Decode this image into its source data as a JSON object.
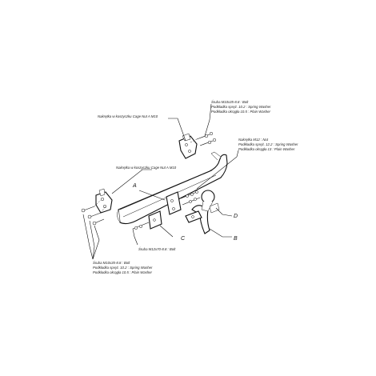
{
  "labels": {
    "nut_cage_top": "Nakrętka w koszyczku Cage Nut A M10",
    "nut_cage_mid": "Nakrętka w koszyczku Cage Nut A M10",
    "bolt_top_right": {
      "line1": "Śruba M10x35-8.8  :  Bolt",
      "line2": "Podkładka spręż. 10.2 : Spring Washer",
      "line3": "Podkładka okrągła 10.5 : Plain Washer"
    },
    "nut_right": {
      "line1": "Nakrętka  M12 : Nut",
      "line2": "Podkładka spręż. 12.2 : Spring Washer",
      "line3": "Podkładka okrągła 13 : Plain Washer"
    },
    "bolt_m12": "Śruba M12x70-8.8  :  Bolt",
    "bolt_bottom_left": {
      "line1": "Śruba M10x35-8.8  :  Bolt",
      "line2": "Podkładka spręż. 10.2 : Spring Washer",
      "line3": "Podkładka okrągła 10.5 : Plain Washer"
    }
  },
  "parts": {
    "a": "A",
    "b": "B",
    "c": "C",
    "d": "D"
  }
}
